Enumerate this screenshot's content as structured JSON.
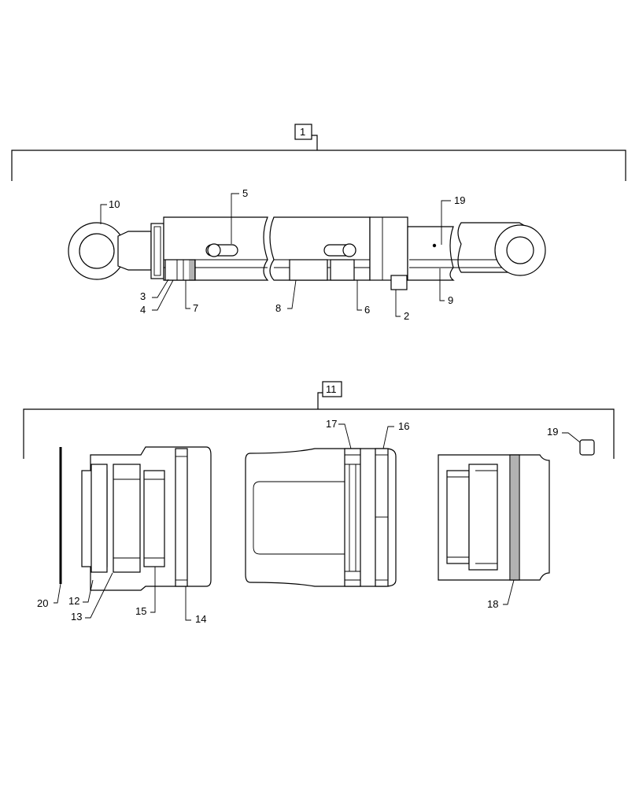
{
  "diagram": {
    "assembly_1": {
      "box_label": "1"
    },
    "assembly_11": {
      "box_label": "11"
    },
    "callouts": {
      "c2": "2",
      "c3": "3",
      "c4": "4",
      "c5": "5",
      "c6": "6",
      "c7": "7",
      "c8": "8",
      "c9": "9",
      "c10": "10",
      "c12": "12",
      "c13": "13",
      "c14": "14",
      "c15": "15",
      "c16": "16",
      "c17": "17",
      "c18": "18",
      "c19a": "19",
      "c19b": "19",
      "c20": "20"
    },
    "colors": {
      "line": "#000000",
      "background": "#ffffff"
    }
  }
}
